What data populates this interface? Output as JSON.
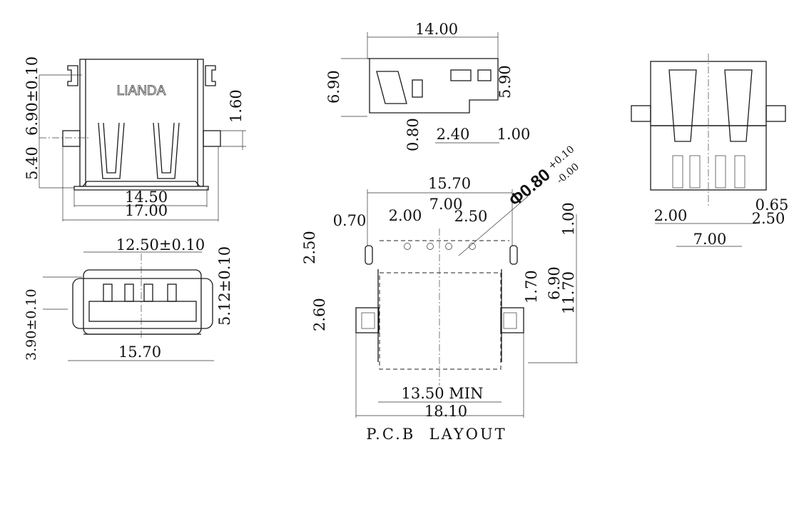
{
  "logo": "LIANDA",
  "left_top_view": {
    "dim_height": "6.90±0.10",
    "dim_lower": "5.40",
    "dim_tab": "1.60",
    "dim_inner_width": "14.50",
    "dim_outer_width": "17.00"
  },
  "left_front_view": {
    "dim_width": "12.50±0.10",
    "dim_height": "5.12±0.10",
    "dim_tab_height": "3.90±0.10",
    "dim_pin_span": "15.70"
  },
  "side_view": {
    "dim_length": "14.00",
    "dim_height": "6.90",
    "dim_inner_height": "5.90",
    "dim_offset": "0.80",
    "dim_a": "2.40",
    "dim_b": "1.00"
  },
  "pcb_layout": {
    "title": "P.C.B  LAYOUT",
    "dim_overall": "15.70",
    "dim_pitch_total": "7.00",
    "dim_edge": "0.70",
    "dim_pitch": "2.00",
    "dim_pitch2": "2.50",
    "hole_dia": "Φ0.80",
    "hole_tol_plus": "+0.10",
    "hole_tol_minus": "-0.00",
    "dim_left_tab": "2.50",
    "dim_top": "1.00",
    "dim_a": "1.70",
    "dim_b": "6.90",
    "dim_c": "11.70",
    "dim_pad": "2.60",
    "dim_min": "13.50 MIN",
    "dim_total": "18.10"
  },
  "right_view": {
    "dim_pitch": "2.00",
    "dim_small": "0.65",
    "dim_pitch2": "2.50",
    "dim_total": "7.00"
  }
}
